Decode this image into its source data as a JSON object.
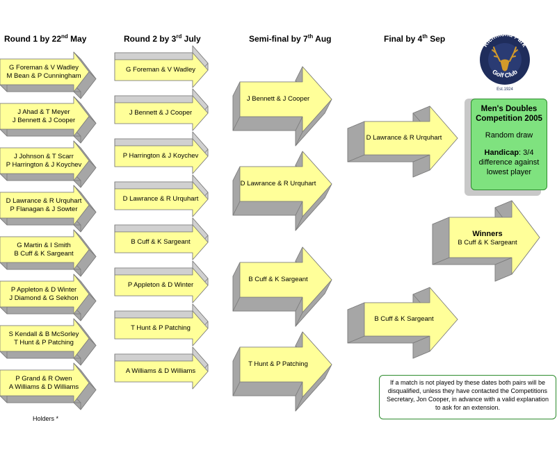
{
  "headers": {
    "r1": {
      "text": "Round 1 by 22",
      "sup": "nd",
      "tail": " May"
    },
    "r2": {
      "text": "Round 2 by 3",
      "sup": "rd",
      "tail": " July"
    },
    "sf": {
      "text": "Semi-final by 7",
      "sup": "th",
      "tail": " Aug"
    },
    "fn": {
      "text": "Final by 4",
      "sup": "th",
      "tail": " Sep"
    }
  },
  "round1": [
    [
      "G Foreman & V Wadley",
      "M Bean & P Cunningham"
    ],
    [
      "J Ahad & T Meyer",
      "J Bennett & J Cooper"
    ],
    [
      "J Johnson & T Scarr",
      "P Harrington & J Koychev"
    ],
    [
      "D Lawrance & R Urquhart",
      "P Flanagan & J Sowter"
    ],
    [
      "G Martin & I Smith",
      "B Cuff & K Sargeant"
    ],
    [
      "P Appleton & D Winter",
      "J Diamond & G Sekhon"
    ],
    [
      "S Kendall & B McSorley",
      "T Hunt & P Patching"
    ],
    [
      "P Grand & R Owen",
      "A Williams & D Williams"
    ]
  ],
  "round2": [
    "G Foreman & V Wadley",
    "J Bennett & J Cooper",
    "P Harrington & J Koychev",
    "D Lawrance & R Urquhart",
    "B Cuff & K Sargeant",
    "P Appleton & D Winter",
    "T Hunt & P Patching",
    "A Williams & D Williams"
  ],
  "semifinal": [
    "J Bennett & J Cooper",
    "D Lawrance & R Urquhart",
    "B Cuff & K Sargeant",
    "T Hunt & P Patching"
  ],
  "final": [
    "D Lawrance & R Urquhart",
    "B Cuff & K Sargeant"
  ],
  "winners": {
    "title": "Winners",
    "name": "B Cuff & K Sargeant"
  },
  "holders": "Holders *",
  "logo": {
    "top": "Richmond Park",
    "bottom": "Golf Club",
    "est": "Est.1924"
  },
  "competition": {
    "title": "Men's Doubles Competition 2005",
    "draw": "Random draw",
    "handicap_label": "Handicap",
    "handicap_text": ": 3/4 difference against lowest player"
  },
  "note": "If a match is not played by these dates both pairs will be disqualified, unless they have contacted the Competitions Secretary, Jon Cooper, in advance with a valid explanation to ask for an extension.",
  "colors": {
    "arrow_face": "#ffff99",
    "arrow_side": "#a6a6a6",
    "arrow_top": "#d0d0d0",
    "info_bg": "#7fe27f",
    "border_green": "#2d8b2d",
    "logo_navy": "#1f2d5c"
  }
}
